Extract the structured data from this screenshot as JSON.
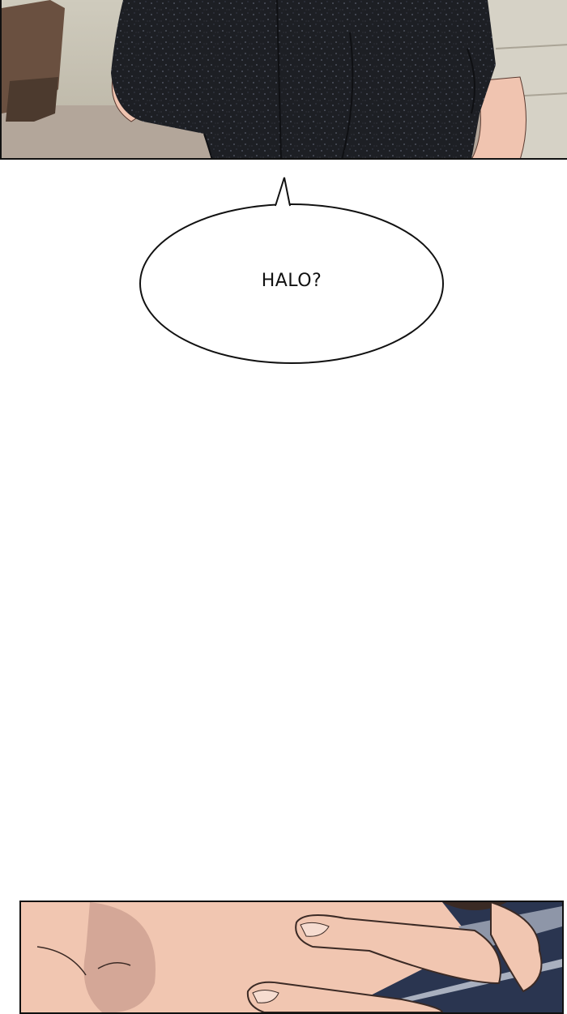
{
  "dialogue": {
    "speech_text": "HALO?"
  },
  "panels": {
    "top": {
      "icon": "character-torso-dark-jacket-illustration"
    },
    "bottom": {
      "icon": "hands-on-phone-closeup-illustration"
    }
  },
  "colors": {
    "jacket": "#1e2024",
    "background_wall": "#c9c4b3",
    "skin": "#f0c4b0",
    "page": "#ffffff",
    "ink": "#111111"
  }
}
